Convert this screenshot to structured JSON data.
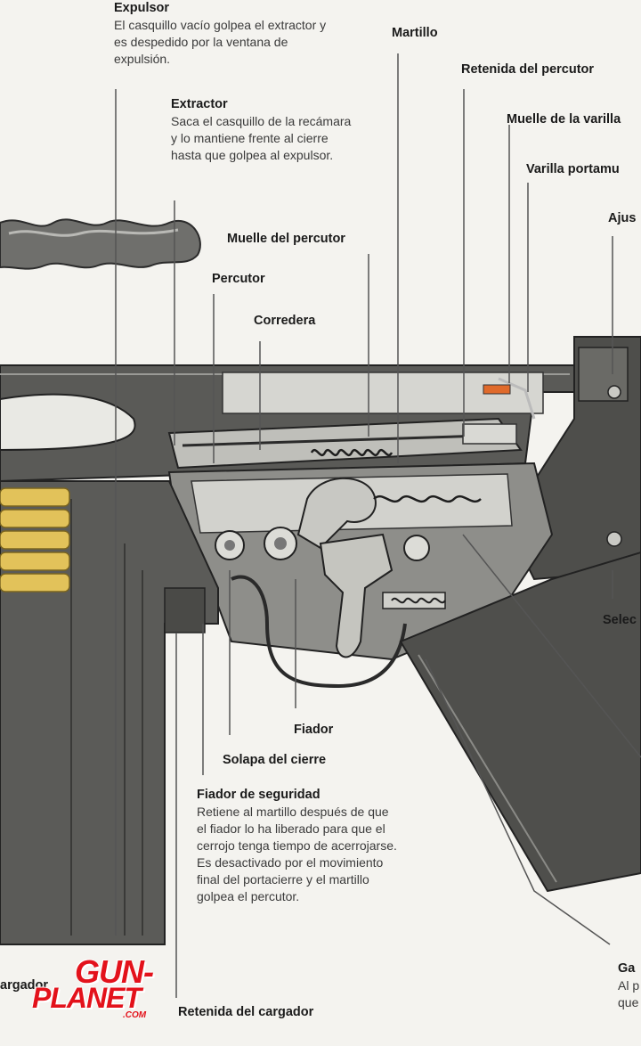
{
  "labels": {
    "expulsor": {
      "title": "Expulsor",
      "text": "El casquillo vacío golpea el extractor y es despedido por la ventana de expulsión."
    },
    "extractor": {
      "title": "Extractor",
      "text": "Saca el casquillo de la recámara y lo mantiene frente al cierre hasta que golpea al expulsor."
    },
    "martillo": "Martillo",
    "retenida_percutor": "Retenida del percutor",
    "muelle_varilla": "Muelle de la varilla",
    "varilla_portamuelle": "Varilla portamu",
    "ajuste": "Ajus",
    "muelle_percutor": "Muelle del percutor",
    "percutor": "Percutor",
    "corredera": "Corredera",
    "selector": "Selec",
    "fiador": "Fiador",
    "solapa_cierre": "Solapa del cierre",
    "fiador_seguridad": {
      "title": "Fiador de seguridad",
      "text": "Retiene al martillo después de que el fiador lo ha liberado para que el cerrojo tenga tiempo de acerrojarse. Es desactivado por el movimiento final del portacierre y el martillo golpea el percutor."
    },
    "retenida_cargador": "Retenida del cargador",
    "cargador": "argador",
    "gatillo": {
      "title": "Ga",
      "text": "Al p que"
    }
  },
  "logo": {
    "line1": "GUN-",
    "line2": "PLANET",
    "line3": ".COM"
  },
  "colors": {
    "logo": "#e3121b",
    "metal_dark": "#4a4a48",
    "metal_light": "#cfcfcb",
    "brass": "#e2c25a"
  }
}
